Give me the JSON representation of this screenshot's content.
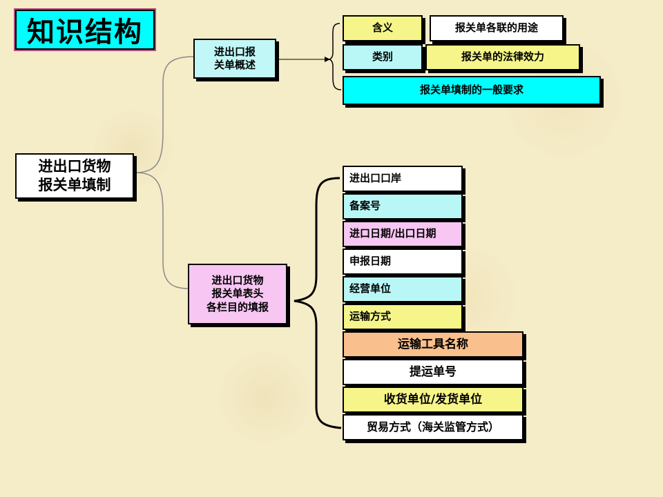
{
  "title": "知识结构",
  "root": "进出口货物\n报关单填制",
  "branch1": {
    "label": "进出口报\n关单概述",
    "items": [
      "含义",
      "报关单各联的用途",
      "类别",
      "报关单的法律效力",
      "报关单填制的一般要求"
    ]
  },
  "branch2": {
    "label": "进出口货物\n报关单表头\n各栏目的填报",
    "items": [
      "进出口口岸",
      "备案号",
      "进口日期/出口日期",
      "申报日期",
      "经营单位",
      "运输方式",
      "运输工具名称",
      "提运单号",
      "收货单位/发货单位",
      "贸易方式（海关监管方式）"
    ]
  }
}
